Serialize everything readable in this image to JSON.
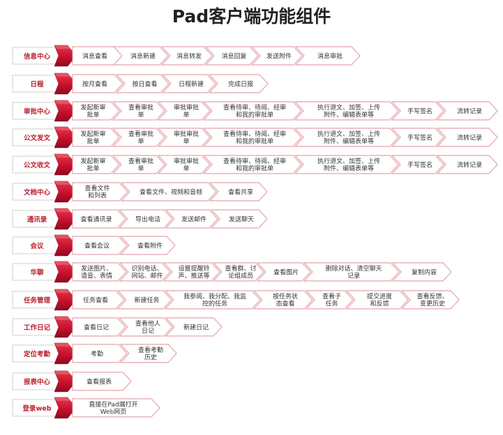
{
  "title": "Pad客户端功能组件",
  "colors": {
    "accent": "#c8102e",
    "label_text": "#b8232f",
    "chevron_border": "#e4a3aa",
    "item_text": "#333333"
  },
  "rows": [
    {
      "label": "信息中心",
      "items": [
        "消息查看",
        "消息新建",
        "消息转发",
        "消息回复",
        "发送附件",
        "消息审批"
      ]
    },
    {
      "label": "日程",
      "items": [
        "按月查看",
        "按日查看",
        "日程新建",
        "完成日报"
      ]
    },
    {
      "label": "审批中心",
      "items": [
        "发起新审\n批单",
        "查看审批\n单",
        "审批审批\n单",
        "查看待审、待阅、经审\n和我的审批单",
        "执行退文、加签、上传\n附件、编辑表单等",
        "手写签名",
        "流转记录"
      ]
    },
    {
      "label": "公文发文",
      "items": [
        "发起新审\n批单",
        "查看审批\n单",
        "审批审批\n单",
        "查看待审、待阅、经审\n和我的审批单",
        "执行退文、加签、上传\n附件、编辑表单等",
        "手写签名",
        "流转记录"
      ]
    },
    {
      "label": "公文收文",
      "items": [
        "发起新审\n批单",
        "查看审批\n单",
        "审批审批\n单",
        "查看待审、待阅、经审\n和我的审批单",
        "执行退文、加签、上传\n附件、编辑表单等",
        "手写签名",
        "流转记录"
      ]
    },
    {
      "label": "文档中心",
      "items": [
        "查看文件\n和列表",
        "查看文件、视频和音频",
        "查看共享"
      ]
    },
    {
      "label": "通讯录",
      "items": [
        "查看通讯录",
        "导出电话",
        "发送邮件",
        "发送聊天"
      ]
    },
    {
      "label": "会议",
      "items": [
        "查看会议",
        "查看附件"
      ]
    },
    {
      "label": "华聊",
      "items": [
        "发送图片、\n语音、表情",
        "识别电话、\n网站、邮件",
        "设置提醒铃\n声、推送等",
        "查看群、讨\n论组成员",
        "查看图片",
        "删除对话、清空聊天\n记录",
        "复制内容"
      ]
    },
    {
      "label": "任务管理",
      "items": [
        "任务查看",
        "新建任务",
        "我参阅、我分配、我监\n控的任务",
        "按任务状\n态查看",
        "查看子\n任务",
        "提交进度\n和反馈",
        "查看反馈、\n变更历史"
      ]
    },
    {
      "label": "工作日记",
      "items": [
        "查看日记",
        "查看他人\n日记",
        "新建日记"
      ]
    },
    {
      "label": "定位考勤",
      "items": [
        "考勤",
        "查看考勤\n历史"
      ]
    },
    {
      "label": "报表中心",
      "items": [
        "查看报表"
      ]
    },
    {
      "label": "登录web",
      "items": [
        "直接在Pad端打开\nWeb网页"
      ]
    }
  ]
}
